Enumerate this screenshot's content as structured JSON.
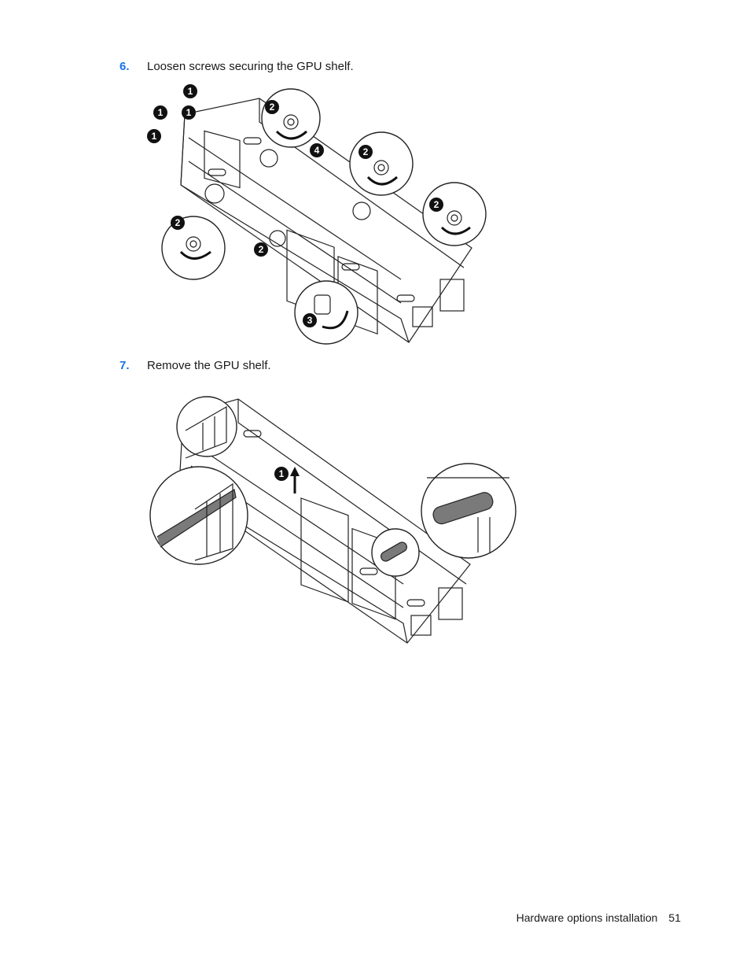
{
  "steps": [
    {
      "number": "6.",
      "text": "Loosen screws securing the GPU shelf."
    },
    {
      "number": "7.",
      "text": "Remove the GPU shelf."
    }
  ],
  "figure1": {
    "callouts": [
      "1",
      "1",
      "1",
      "1",
      "2",
      "2",
      "2",
      "2",
      "2",
      "3",
      "4"
    ]
  },
  "figure2": {
    "callouts": [
      "1"
    ]
  },
  "footer": {
    "section": "Hardware options installation",
    "page": "51"
  },
  "colors": {
    "step_number": "#1a73e8",
    "text": "#1a1a1a",
    "line_art": "#222222"
  }
}
